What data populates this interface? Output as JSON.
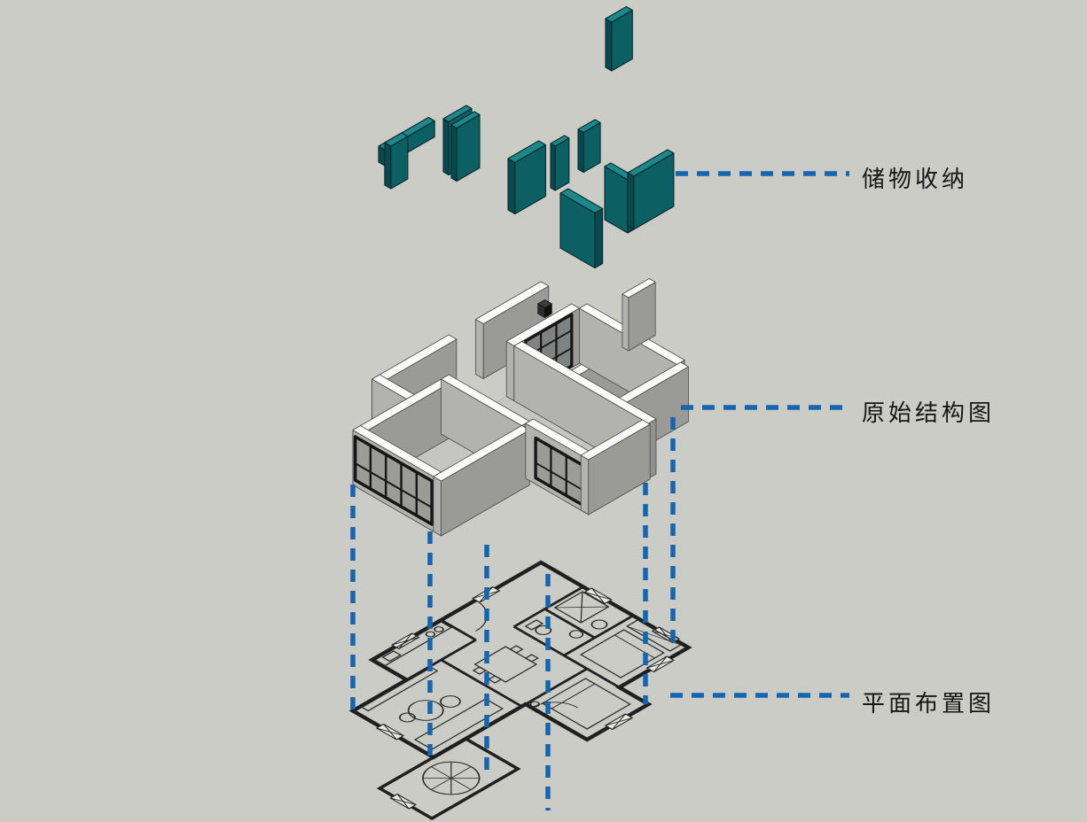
{
  "scene": {
    "background_color": "#cbccc6",
    "annotation_color": "#1565b0",
    "storage_front_color": "#0c5f63",
    "storage_top_color": "#1d878a",
    "storage_side_color": "#084a4f",
    "wall_left_color": "#b2b2ae",
    "wall_right_color": "#91918f",
    "wall_top_color": "#fbfbf9",
    "floor_color": "#c5c6c1",
    "frame_color": "#161616",
    "labels": {
      "storage": "储物收纳",
      "structure": "原始结构图",
      "floorplan": "平面布置图"
    }
  }
}
